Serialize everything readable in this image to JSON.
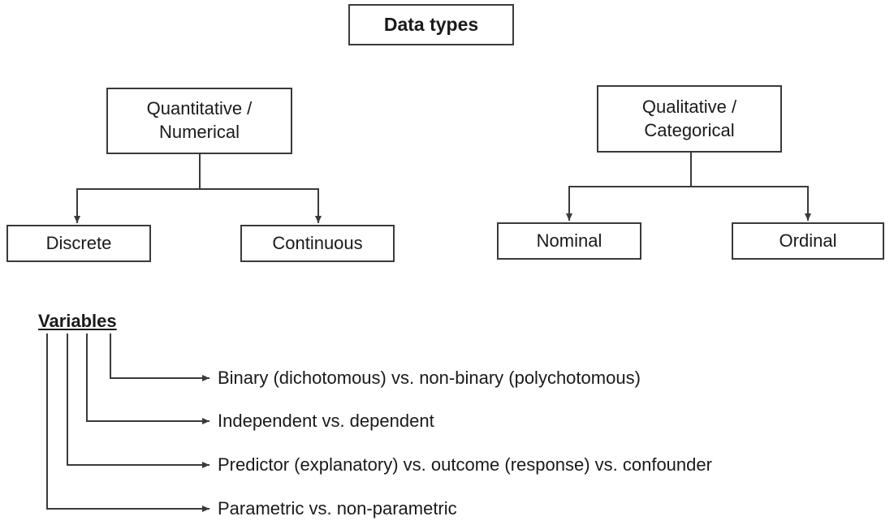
{
  "diagram": {
    "title": "Data types",
    "branches": [
      {
        "label": "Quantitative /\nNumerical",
        "children": [
          "Discrete",
          "Continuous"
        ]
      },
      {
        "label": "Qualitative /\nCategorical",
        "children": [
          "Nominal",
          "Ordinal"
        ]
      }
    ]
  },
  "variables": {
    "heading": "Variables",
    "items": [
      "Binary (dichotomous) vs. non-binary (polychotomous)",
      "Independent vs. dependent",
      "Predictor (explanatory) vs. outcome (response) vs. confounder",
      "Parametric vs. non-parametric"
    ]
  }
}
